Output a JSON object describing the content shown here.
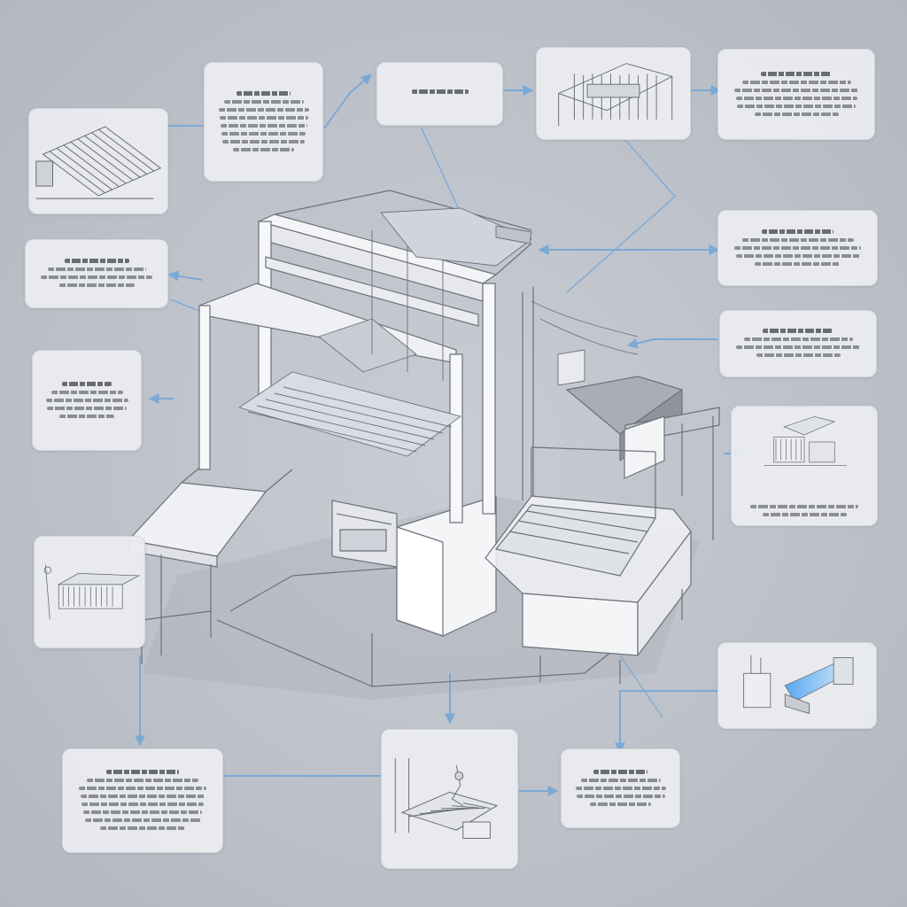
{
  "colors": {
    "background": "#bcc0c8",
    "card": "#eceef1",
    "connector": "#7aa9d6",
    "machine_frame": "#f3f4f6",
    "machine_line": "#6d717a",
    "accent_beam": "#6fb4ee"
  },
  "callouts": [
    {
      "id": "c1",
      "kind": "drawing",
      "icon": "conveyor-drawing"
    },
    {
      "id": "c2",
      "kind": "text",
      "icon": "text-block"
    },
    {
      "id": "c3",
      "kind": "text",
      "icon": "text-block"
    },
    {
      "id": "c4",
      "kind": "drawing",
      "icon": "gantry-drawing"
    },
    {
      "id": "c5",
      "kind": "text",
      "icon": "text-block"
    },
    {
      "id": "c6",
      "kind": "text",
      "icon": "text-block"
    },
    {
      "id": "c7",
      "kind": "text",
      "icon": "text-block"
    },
    {
      "id": "c8",
      "kind": "text",
      "icon": "text-block"
    },
    {
      "id": "c9",
      "kind": "drawing",
      "icon": "assembly-drawing"
    },
    {
      "id": "c10",
      "kind": "drawing",
      "icon": "module-drawing"
    },
    {
      "id": "c11",
      "kind": "drawing",
      "icon": "laser-beam-drawing"
    },
    {
      "id": "c12",
      "kind": "text",
      "icon": "text-block"
    },
    {
      "id": "c13",
      "kind": "drawing",
      "icon": "robot-arm-drawing"
    },
    {
      "id": "c14",
      "kind": "text",
      "icon": "text-block"
    }
  ]
}
